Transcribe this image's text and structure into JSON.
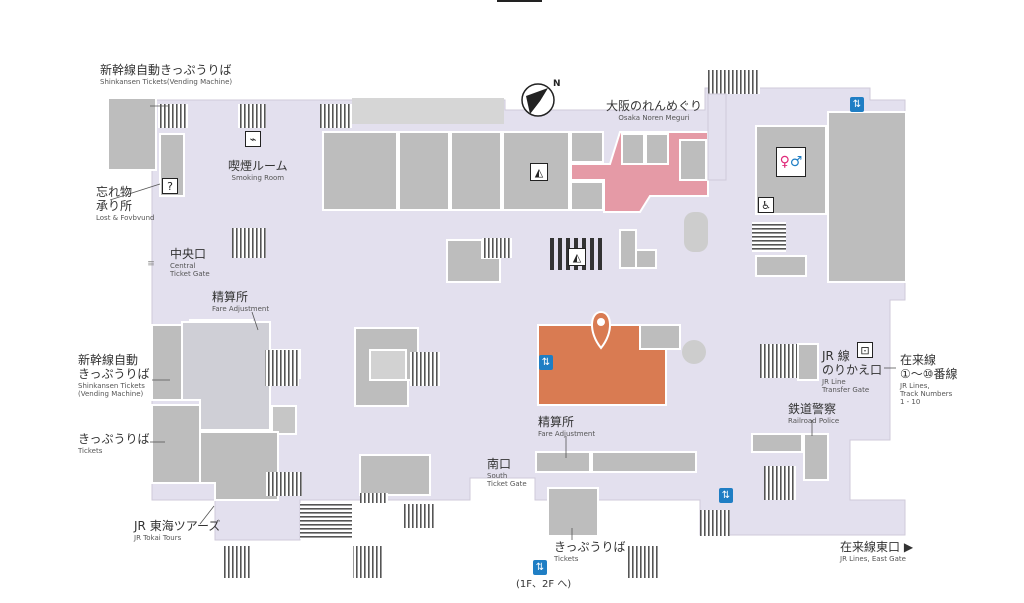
{
  "labels": {
    "shinkansen_top": {
      "jp": "新幹線自動きっぷうりば",
      "en": "Shinkansen Tickets(Vending Machine)"
    },
    "smoking": {
      "jp": "喫煙ルーム",
      "en": "Smoking Room"
    },
    "noren": {
      "jp": "大阪のれんめぐり",
      "en": "Osaka Noren Meguri"
    },
    "lost_found": {
      "jp1": "忘れ物",
      "jp2": "承り所",
      "en": "Lost & Fovbvund"
    },
    "central_gate": {
      "jp": "中央口",
      "en1": "Central",
      "en2": "Ticket Gate"
    },
    "fare_left": {
      "jp": "精算所",
      "en": "Fare Adjustment"
    },
    "shinkansen_left": {
      "jp1": "新幹線自動",
      "jp2": "きっぷうりば",
      "en1": "Shinkansen Tickets",
      "en2": "(Vending Machine)"
    },
    "tickets_left": {
      "jp": "きっぷうりば",
      "en": "Tickets"
    },
    "jr_tokai": {
      "jp": "JR 東海ツアーズ",
      "en": "JR Tokai Tours"
    },
    "fare_center": {
      "jp": "精算所",
      "en": "Fare Adjustment"
    },
    "south_gate": {
      "jp": "南口",
      "en1": "South",
      "en2": "Ticket Gate"
    },
    "tickets_bottom": {
      "jp": "きっぷうりば",
      "en": "Tickets"
    },
    "floor_note": {
      "jp": "(1F、2F へ)"
    },
    "transfer_gate": {
      "jp1": "JR 線",
      "jp2": "のりかえ口",
      "en1": "JR Line",
      "en2": "Transfer Gate"
    },
    "track_lines": {
      "jp1": "在来線",
      "jp2": "①〜⑩番線",
      "en1": "JR Lines,",
      "en2": "Track Numbers",
      "en3": "1 - 10"
    },
    "police": {
      "jp": "鉄道警察",
      "en": "Railroad Police"
    },
    "east_gate": {
      "jp": "在来線東口 ▶",
      "en": "JR Lines, East Gate"
    }
  },
  "icons": [
    "north-compass-icon",
    "smoking-room-icon",
    "lost-found-icon",
    "escalator-icon",
    "elevator-icon",
    "restroom-icon",
    "accessible-restroom-icon",
    "rail-police-icon",
    "current-location-pin-icon",
    "water-fountain-icon"
  ],
  "colors": {
    "floor": "#e3e0ee",
    "shop": "#bdbdbd",
    "noren": "#e59aa6",
    "highlight": "#d97b52",
    "icon_blue": "#1f7ec4"
  }
}
